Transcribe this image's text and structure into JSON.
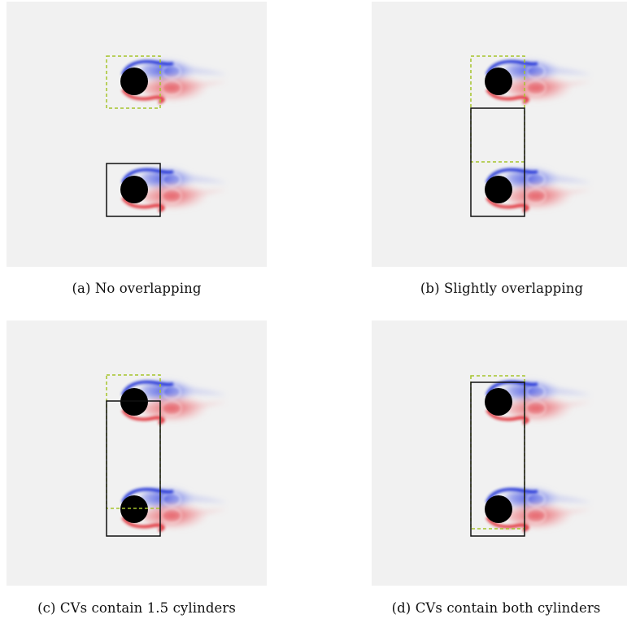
{
  "figure": {
    "panels": [
      {
        "id": "a",
        "caption": "(a) No overlapping"
      },
      {
        "id": "b",
        "caption": "(b) Slightly overlapping"
      },
      {
        "id": "c",
        "caption": "(c) CVs contain 1.5 cylinders"
      },
      {
        "id": "d",
        "caption": "(d) CVs contain both cylinders"
      }
    ]
  },
  "colors": {
    "background": "#f1f1f1",
    "cylinder": "#000000",
    "vorticity_positive": "#2b3ad8",
    "vorticity_negative": "#e0303a",
    "control_volume_solid": "#111111",
    "control_volume_dashed": "#a5c42a"
  }
}
